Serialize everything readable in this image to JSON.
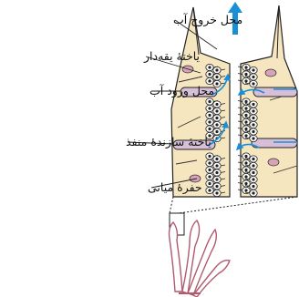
{
  "labels": {
    "outlet": "محل خروج آب",
    "choanocyte": "یاختهٔ یقه‌دار",
    "inlet": "محل ورود آب",
    "porocyte": "یاختهٔ سازندهٔ منفذ",
    "cavity": "حفرهٔ میانی"
  },
  "colors": {
    "arrow": "#1a8fd6",
    "body_fill": "#f5e6c0",
    "outline": "#222222",
    "pore": "#d8bfd8",
    "small_sponge": "#b05a6e"
  }
}
